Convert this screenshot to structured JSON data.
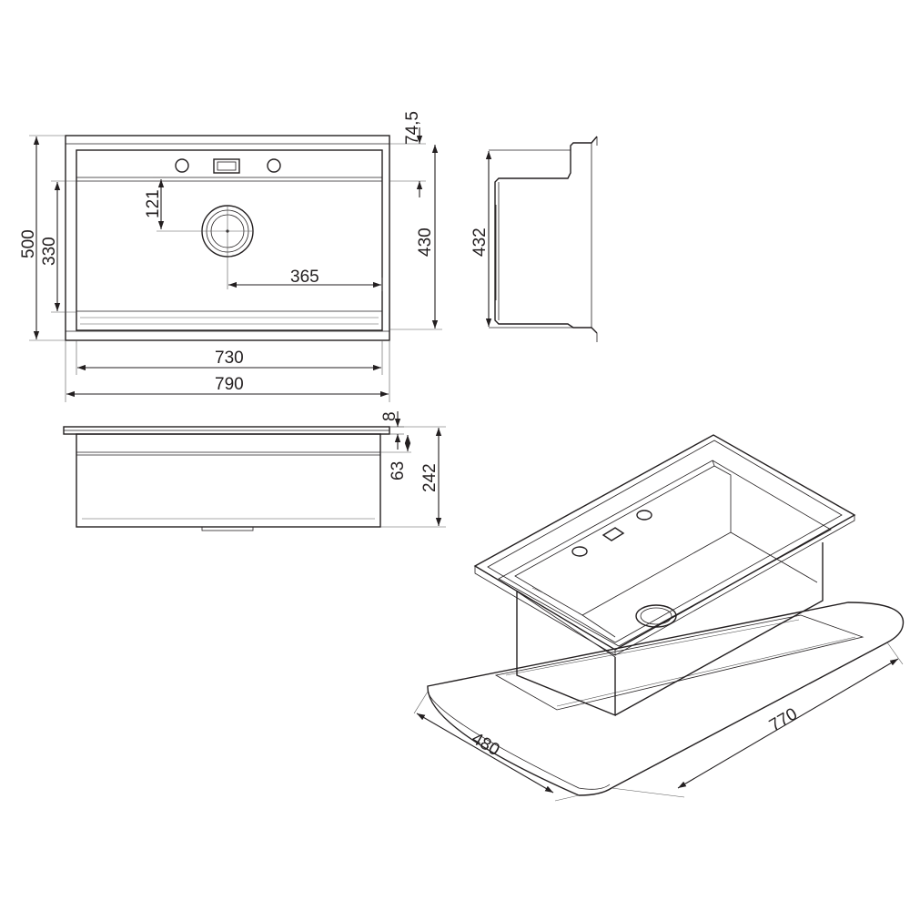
{
  "dimensions": {
    "top_depth": "74,5",
    "outer_depth": "500",
    "inner_depth": "330",
    "drain_offset_y": "121",
    "drain_offset_x": "365",
    "right_depth": "430",
    "inner_width": "730",
    "outer_width": "790",
    "side_height": "432",
    "rim_height": "8",
    "shelf_depth": "63",
    "bowl_depth": "242",
    "cutout_width": "770",
    "cutout_depth": "480"
  },
  "colors": {
    "line": "#231f20",
    "background": "#ffffff"
  }
}
